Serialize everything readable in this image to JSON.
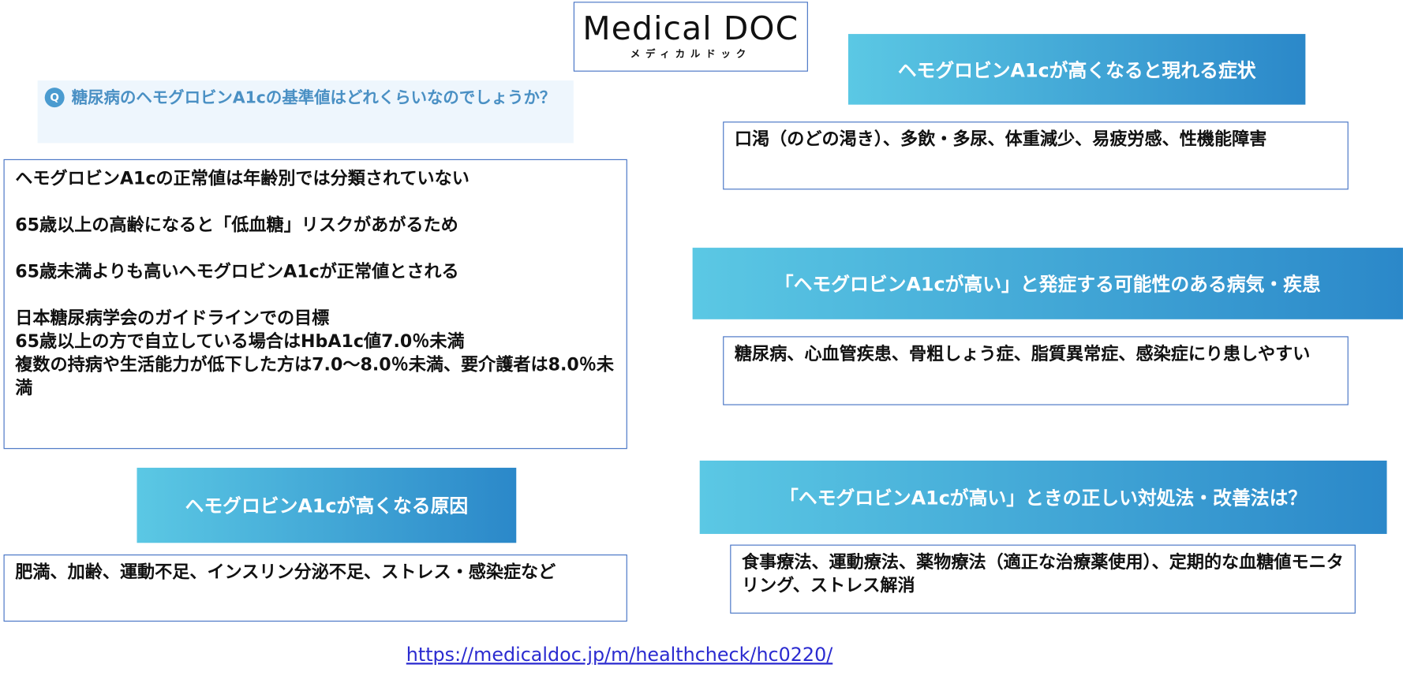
{
  "logo": {
    "text": "Medical DOC",
    "kana": "メディカルドック",
    "accent_color": "#e3007f",
    "cup_color": "#1aa0d8"
  },
  "question": {
    "icon": "Q",
    "text": "糖尿病のヘモグロビンA1cの基準値はどれくらいなのでしょうか？"
  },
  "left_box": {
    "paragraphs": [
      "ヘモグロビンA1cの正常値は年齢別では分類されていない",
      "65歳以上の高齢になると「低血糖」リスクがあがるため",
      "65歳未満よりも高いヘモグロビンA1cが正常値とされる",
      "日本糖尿病学会のガイドラインでの目標\n65歳以上の方で自立している場合はHbA1c値7.0％未満\n複数の持病や生活能力が低下した方は7.0～8.0％未満、要介護者は8.0％未満"
    ]
  },
  "causes": {
    "header": "ヘモグロビンA1cが高くなる原因",
    "body": "肥満、加齢、運動不足、インスリン分泌不足、ストレス・感染症など"
  },
  "symptoms": {
    "header": "ヘモグロビンA1cが高くなると現れる症状",
    "body": "口渇（のどの渇き）、多飲・多尿、体重減少、易疲労感、性機能障害"
  },
  "diseases": {
    "header": "「ヘモグロビンA1cが高い」と発症する可能性のある病気・疾患",
    "body": "糖尿病、心血管疾患、骨粗しょう症、脂質異常症、感染症にり患しやすい"
  },
  "treatment": {
    "header": "「ヘモグロビンA1cが高い」ときの正しい対処法・改善法は？",
    "body": "食事療法、運動療法、薬物療法（適正な治療薬使用）、定期的な血糖値モニタリング、ストレス解消"
  },
  "source_url": "https://medicaldoc.jp/m/healthcheck/hc0220/"
}
